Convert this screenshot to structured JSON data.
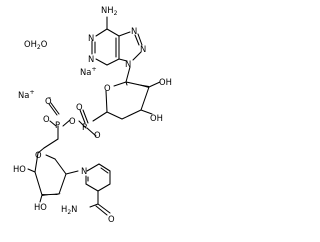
{
  "labels": {
    "adenine_nh2": "NH",
    "adenine_nh2_sub": "2",
    "n_top_right": "N",
    "n_mid_right": "N",
    "n_left_upper": "N",
    "n_left_lower": "N",
    "n9": "N",
    "ribose_o": "O",
    "ribose_oh_right": "OH",
    "ribose_oh_lower": "OH",
    "water": "OH",
    "water_sub": "2",
    "water_tail": "O",
    "na_upper": "Na",
    "na_lower": "Na",
    "charge_plus": "+",
    "charge_minus": "-",
    "p1": "P",
    "p2": "P",
    "bridge_o": "O",
    "p1_o_top": "O",
    "p1_o_left": "O",
    "p2_o_top": "O",
    "p2_o_left": "O",
    "p2_o_right": "O",
    "nicotin_o": "O",
    "ho_upper": "HO",
    "ho_lower": "HO",
    "n_pyridine": "N",
    "amide_o": "O",
    "amide_nh2": "H",
    "amide_nh2_sub": "2",
    "amide_nh2_tail": "N"
  }
}
